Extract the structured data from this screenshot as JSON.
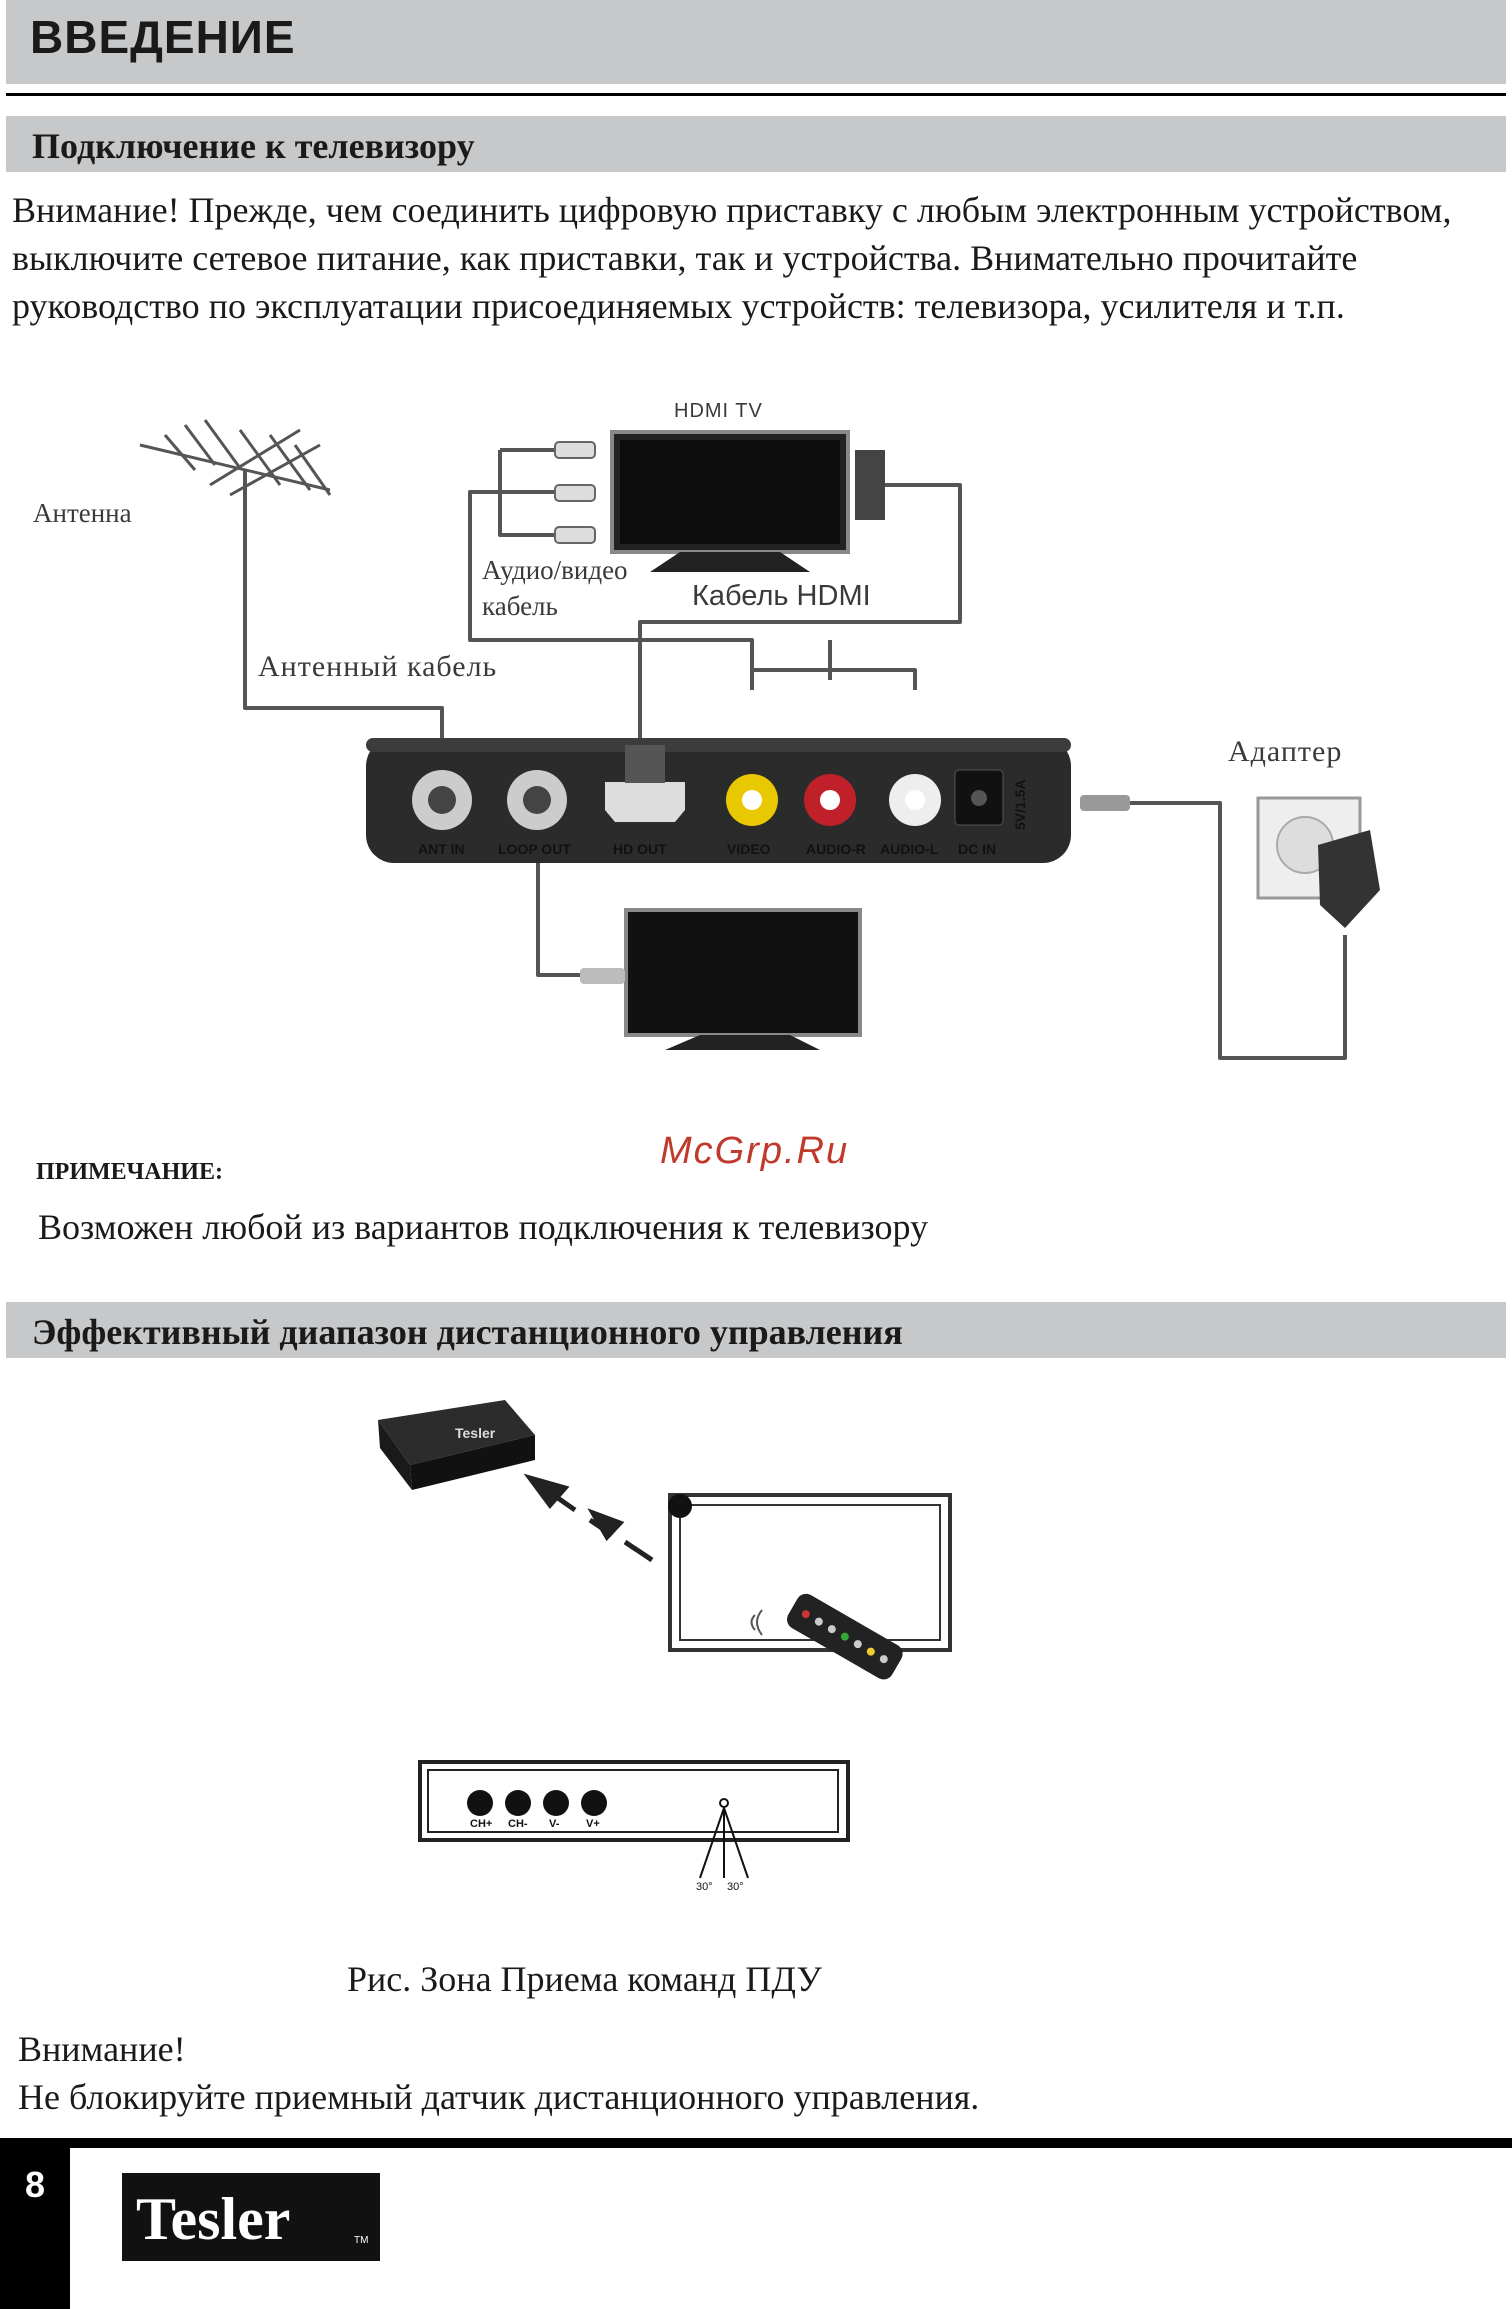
{
  "header": {
    "title": "ВВЕДЕНИЕ"
  },
  "section1": {
    "title": "Подключение к телевизору",
    "paragraph": "Внимание! Прежде, чем соединить цифровую приставку с любым электронным устройством, выключите сетевое питание, как приставки, так и устройства. Внимательно прочитайте руководство по эксплуатации присоединяемых устройств: телевизора, усилителя и т.п."
  },
  "diagram1": {
    "antenna": "Антенна",
    "hdmi_tv": "HDMI TV",
    "av_cable_line1": "Аудио/видео",
    "av_cable_line2": "кабель",
    "hdmi_cable": "Кабель HDMI",
    "antenna_cable": "Антенный кабель",
    "adapter": "Адаптер",
    "ports": [
      "ANT IN",
      "LOOP OUT",
      "HD OUT",
      "VIDEO",
      "AUDIO-R",
      "AUDIO-L",
      "DC IN"
    ],
    "dc_rating": "5V/1.5A"
  },
  "note": {
    "label": "ПРИМЕЧАНИЕ:",
    "watermark": "McGrp.Ru",
    "text": "Возможен любой из вариантов подключения  к телевизору"
  },
  "section2": {
    "title": "Эффективный диапазон дистанционного управления"
  },
  "diagram2": {
    "buttons": [
      "CH+",
      "CH-",
      "V-",
      "V+"
    ],
    "angle_left": "30°",
    "angle_right": "30°",
    "brand": "Tesler"
  },
  "caption": "Рис. Зона Приема команд ПДУ",
  "warning": {
    "line1": "Внимание!",
    "line2": "Не блокируйте приемный датчик дистанционного управления."
  },
  "footer": {
    "page": "8",
    "logo": "Tesler"
  }
}
